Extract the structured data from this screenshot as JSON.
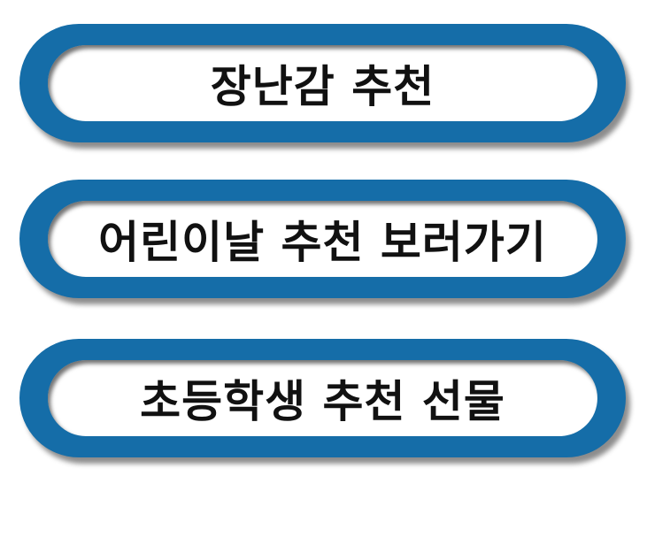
{
  "buttons": [
    {
      "label": "장난감 추천"
    },
    {
      "label": "어린이날 추천 보러가기"
    },
    {
      "label": "초등학생 추천 선물"
    }
  ],
  "colors": {
    "pill_border": "#156da8",
    "pill_fill": "#ffffff",
    "text": "#111111"
  }
}
